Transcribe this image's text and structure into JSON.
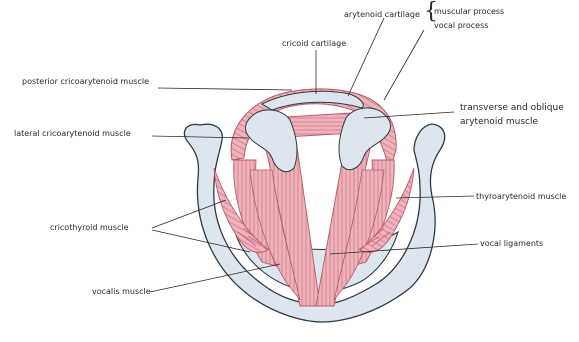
{
  "labels": {
    "arytenoid_cartilage": "arytenoid cartilage",
    "muscular_process": "muscular process",
    "vocal_process": "vocal process",
    "cricoid_cartilage": "cricoid cartilage",
    "posterior_cricoarytenoid": "posterior cricoarytenoid muscle",
    "transverse_oblique_1": "transverse and oblique",
    "transverse_oblique_2": "arytenoid muscle",
    "lateral_cricoarytenoid": "lateral cricoarytenoid muscle",
    "thyroarytenoid": "thyroarytenoid muscle",
    "cricothyroid": "cricothyroid muscle",
    "vocal_ligaments": "vocal ligaments",
    "vocalis": "vocalis muscle"
  },
  "colors": {
    "cartilage_fill": "#dde6ee",
    "cartilage_stroke": "#2f3a44",
    "muscle_fill": "#efb3bb",
    "muscle_line": "#c96a78",
    "leader_line": "#2a2a2a"
  }
}
